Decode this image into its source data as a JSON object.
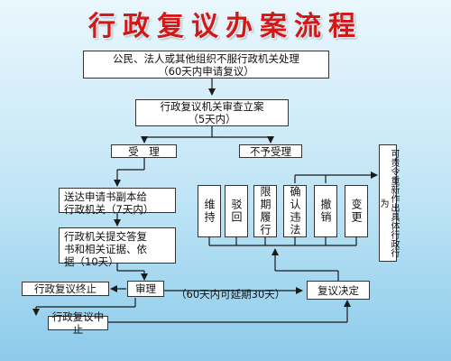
{
  "title": "行政复议办案流程",
  "nodes": {
    "application": {
      "line1": "公民、法人或其他组织不服行政机关处理",
      "line2": "（60天内申请复议）"
    },
    "review": {
      "line1": "行政复议机关审查立案",
      "line2": "（5天内）"
    },
    "accept": "受　理",
    "reject": "不予受理",
    "serve": {
      "line1": "送达申请书副本给",
      "line2": "行政机关（7天内）"
    },
    "submit": {
      "line1": "行政机关提交答复",
      "line2": "书和相关证据、依",
      "line3": "据（10天）"
    },
    "terminate": "行政复议终止",
    "trial": "审理",
    "suspend": "行政复议中止",
    "decision": "复议决定",
    "period_note": "（60天内可延期30天）"
  },
  "decisions": [
    "维持",
    "驳回",
    "限期履行",
    "确认违法",
    "撤销",
    "变更"
  ],
  "order_text": "可责令重新作出具体行政行为",
  "colors": {
    "title": "#d21818",
    "line": "#1a1a1a",
    "box_fill": "#ffffff"
  }
}
